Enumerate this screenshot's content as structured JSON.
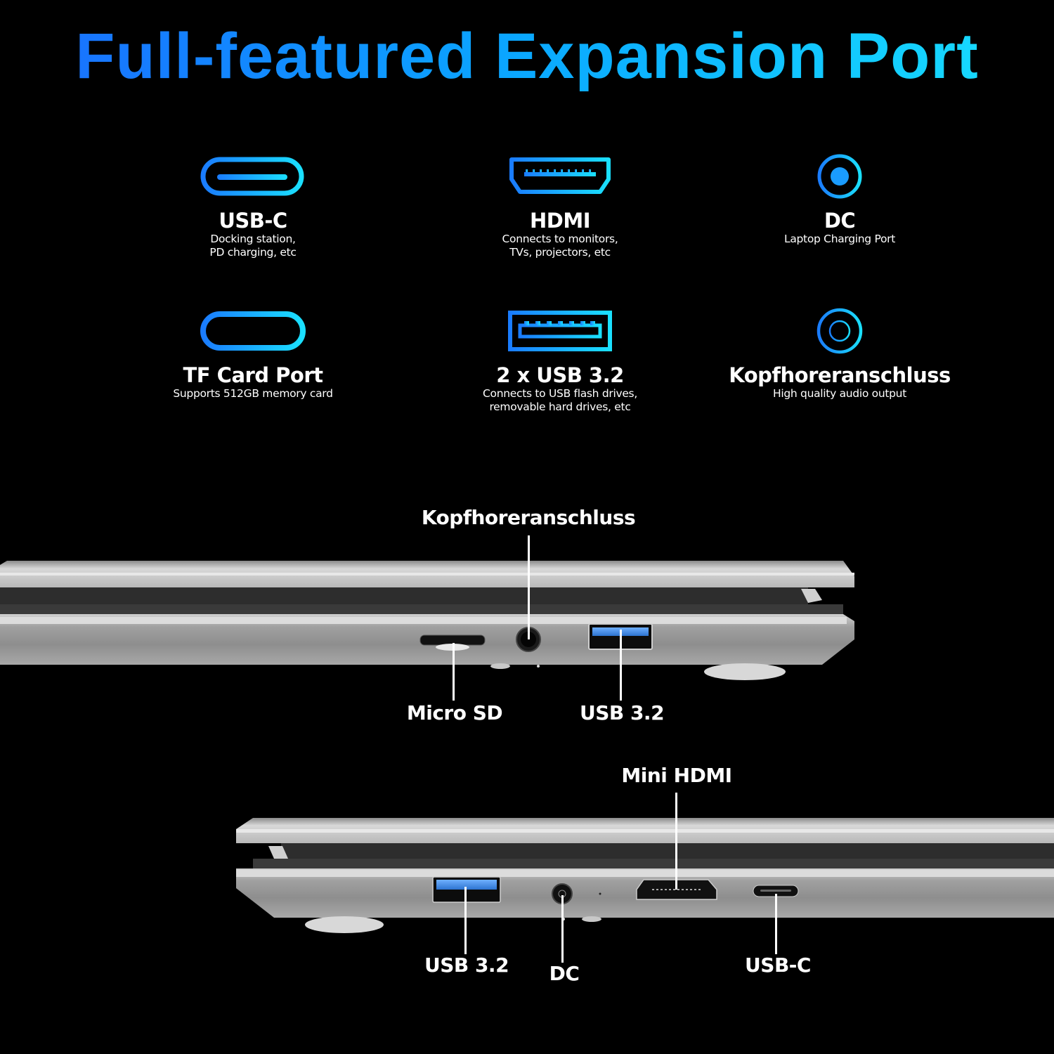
{
  "title": "Full-featured Expansion Port",
  "colors": {
    "title_gradient_start": "#1a6cff",
    "title_gradient_end": "#18e0ff",
    "icon_blue": "#1a8cff",
    "icon_cyan": "#1ad8ff",
    "background": "#000000",
    "usb_tongue_blue": "#3d8de0"
  },
  "features": [
    {
      "icon": "usb-c-icon",
      "name": "USB-C",
      "desc": [
        "Docking station,",
        "PD charging, etc"
      ]
    },
    {
      "icon": "hdmi-icon",
      "name": "HDMI",
      "desc": [
        "Connects to monitors,",
        "TVs, projectors, etc"
      ]
    },
    {
      "icon": "dc-icon",
      "name": "DC",
      "desc": [
        "Laptop Charging Port"
      ]
    },
    {
      "icon": "tf-card-icon",
      "name": "TF Card Port",
      "desc": [
        "Supports 512GB memory card"
      ]
    },
    {
      "icon": "usb-a-icon",
      "name": "2 x USB 3.2",
      "desc": [
        "Connects to USB flash drives,",
        "removable hard drives, etc"
      ]
    },
    {
      "icon": "headphone-jack-icon",
      "name": "Kopfhoreranschluss",
      "desc": [
        "High quality audio output"
      ]
    }
  ],
  "right_side_view": {
    "callouts": [
      "Kopfhoreranschluss",
      "Micro SD",
      "USB 3.2"
    ]
  },
  "left_side_view": {
    "callouts": [
      "Mini HDMI",
      "USB 3.2",
      "DC",
      "USB-C"
    ]
  }
}
